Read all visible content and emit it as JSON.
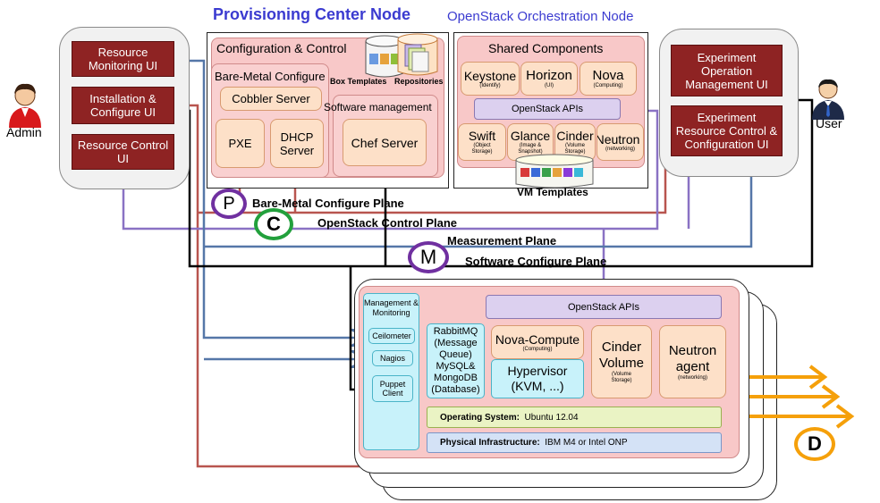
{
  "titles": {
    "provisioning": "Provisioning Center Node",
    "orchestration": "OpenStack Orchestration Node"
  },
  "colors": {
    "title_blue": "#3b3bd0",
    "ui_red": "#8e2323",
    "line_red": "#b8554f",
    "line_blue": "#5577a8",
    "line_purple": "#8a72c4",
    "line_black": "#000000",
    "marker_purple": "#7030a0",
    "marker_green": "#22a03c",
    "marker_orange": "#f5a00a"
  },
  "admin": {
    "label": "Admin",
    "icon": "admin-person-icon",
    "uis": [
      "Resource Monitoring UI",
      "Installation & Configure UI",
      "Resource Control UI"
    ]
  },
  "user": {
    "label": "User",
    "icon": "user-person-icon",
    "uis": [
      "Experiment Operation Management UI",
      "Experiment Resource Control & Configuration UI"
    ]
  },
  "provisioning": {
    "config_control": "Configuration & Control",
    "bare_metal": "Bare-Metal Configure",
    "cobbler": "Cobbler Server",
    "pxe": "PXE",
    "dhcp": "DHCP Server",
    "box_templates": "Box Templates",
    "repositories": "Repositories",
    "software_mgmt": "Software management",
    "chef": "Chef Server"
  },
  "orchestration": {
    "shared": "Shared Components",
    "keystone": "Keystone",
    "keystone_sub": "(Identify)",
    "horizon": "Horizon",
    "horizon_sub": "(UI)",
    "nova": "Nova",
    "nova_sub": "(Computing)",
    "apis": "OpenStack APIs",
    "swift": "Swift",
    "swift_sub": "(Object Storage)",
    "glance": "Glance",
    "glance_sub": "(Image & Snapshot)",
    "cinder": "Cinder",
    "cinder_sub": "(Volume Storage)",
    "neutron": "Neutron",
    "neutron_sub": "(networking)",
    "vm_templates": "VM Templates"
  },
  "planes": {
    "p_marker": "P",
    "bare_metal": "Bare-Metal Configure Plane",
    "c_marker": "C",
    "openstack_control": "OpenStack Control Plane",
    "measurement": "Measurement Plane",
    "m_marker": "M",
    "software_configure": "Software Configure Plane"
  },
  "compute": {
    "apis": "OpenStack APIs",
    "mgmt": "Management & Monitoring",
    "ceilometer": "Ceilometer",
    "nagios": "Nagios",
    "puppet": "Puppet Client",
    "rabbit": "RabbitMQ (Message Queue) MySQL& MongoDB (Database)",
    "nova_compute": "Nova-Compute",
    "nova_compute_sub": "(Computing)",
    "hypervisor": "Hypervisor (KVM, ...)",
    "cinder_volume": "Cinder Volume",
    "cinder_volume_sub": "(Volume Storage)",
    "neutron_agent": "Neutron agent",
    "neutron_agent_sub": "(networking)",
    "os_label": "Operating System:",
    "os_value": "Ubuntu 12.04",
    "phys_label": "Physical Infrastructure:",
    "phys_value": "IBM M4 or Intel ONP",
    "d_marker": "D"
  }
}
